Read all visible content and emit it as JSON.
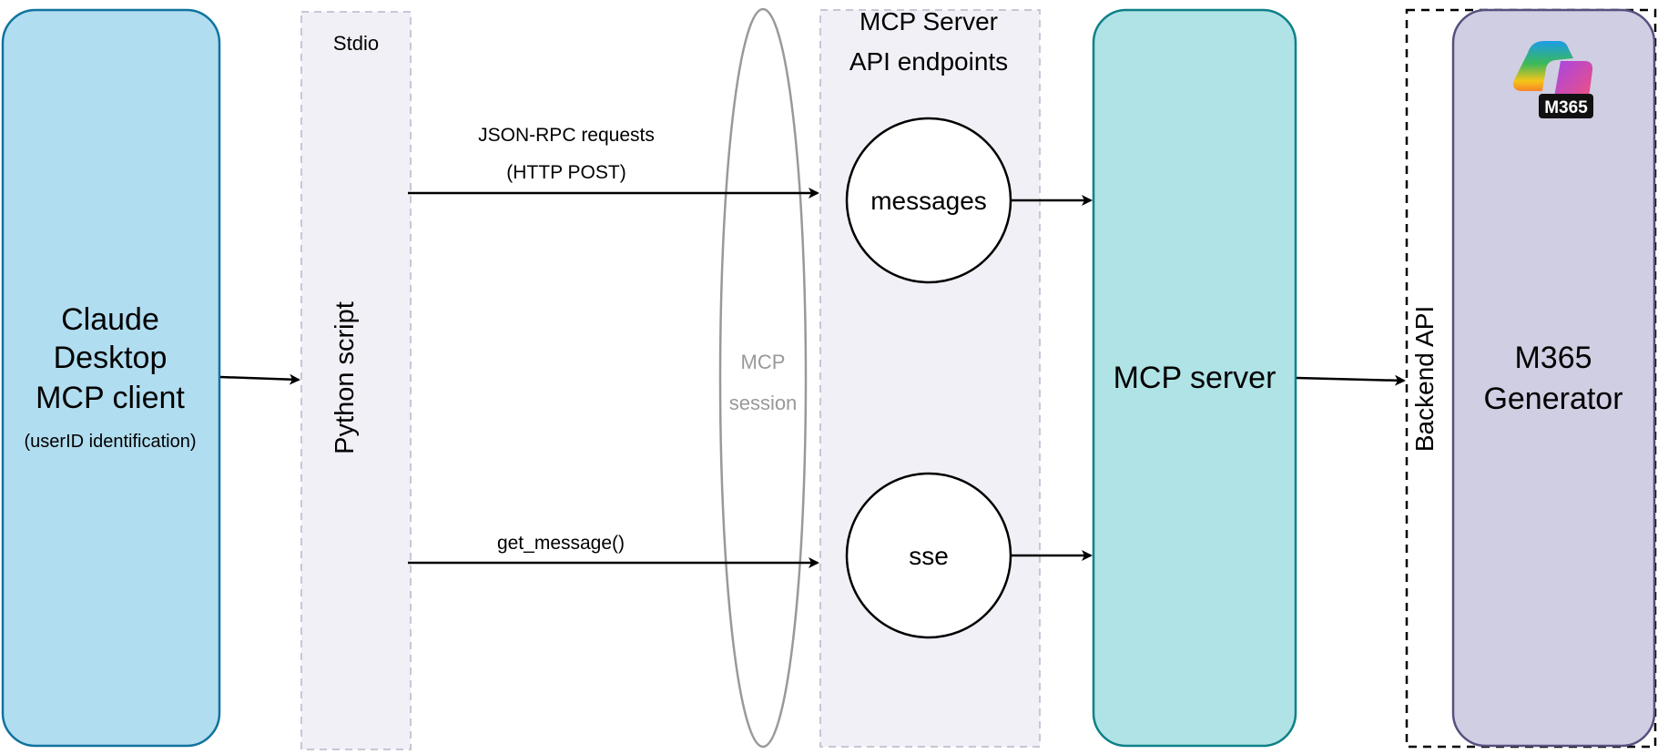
{
  "diagram": {
    "client": {
      "title_lines": [
        "Claude",
        "Desktop",
        "MCP client"
      ],
      "subtitle": "(userID identification)",
      "fill": "#b1ddf0",
      "stroke": "#10739e"
    },
    "stdio": {
      "title": "Stdio",
      "label": "Python script",
      "fill": "#f1f0f6",
      "stroke": "#c8c6d6"
    },
    "session": {
      "label_lines": [
        "MCP",
        "session"
      ],
      "stroke": "#999999"
    },
    "api_endpoints": {
      "title_lines": [
        "MCP Server",
        "API endpoints"
      ],
      "fill": "#f1f0f6",
      "stroke": "#c8c6d6",
      "endpoints": [
        {
          "name": "messages"
        },
        {
          "name": "sse"
        }
      ]
    },
    "edges": {
      "json_rpc": {
        "label_lines": [
          "JSON-RPC requests",
          "(HTTP POST)"
        ]
      },
      "get_message": {
        "label": "get_message()"
      }
    },
    "server": {
      "title": "MCP server",
      "fill": "#b0e3e6",
      "stroke": "#0e8088"
    },
    "backend": {
      "label": "Backend API"
    },
    "generator": {
      "title_lines": [
        "M365",
        "Generator"
      ],
      "badge": "M365",
      "icon": "copilot-m365-logo",
      "fill": "#d0cee2",
      "stroke": "#56517e"
    }
  }
}
